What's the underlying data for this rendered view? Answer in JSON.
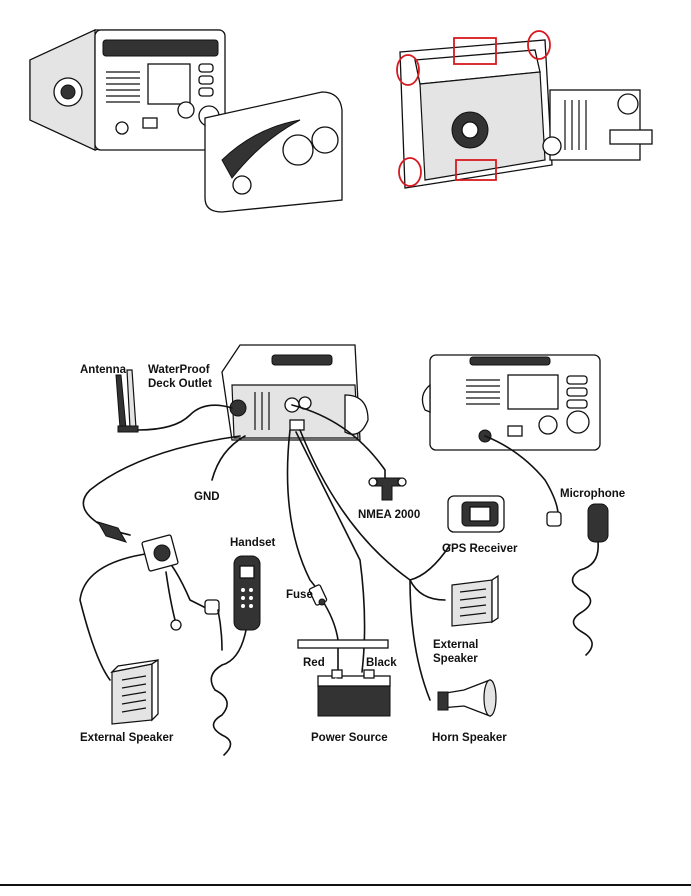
{
  "labels": {
    "antenna": "Antenna",
    "deck_outlet_line1": "WaterProof",
    "deck_outlet_line2": "Deck Outlet",
    "gnd": "GND",
    "nmea": "NMEA 2000",
    "handset": "Handset",
    "gps": "GPS Receiver",
    "microphone": "Microphone",
    "fuse": "Fuse",
    "ext_speaker_right_line1": "External",
    "ext_speaker_right_line2": "Speaker",
    "red": "Red",
    "black": "Black",
    "ext_speaker_left": "External Speaker",
    "power_source": "Power Source",
    "horn_speaker": "Horn Speaker",
    "battery_plus": "+",
    "battery_minus": "-"
  },
  "colors": {
    "line": "#111111",
    "highlight": "#d71920",
    "fill": "#e4e4e4"
  }
}
